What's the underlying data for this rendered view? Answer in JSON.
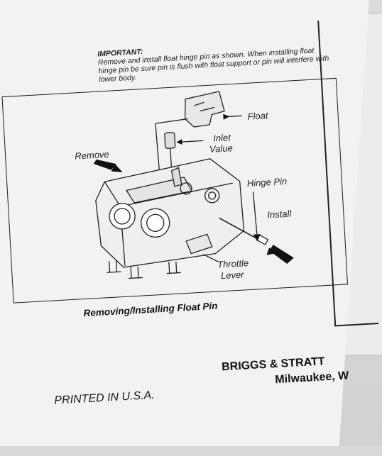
{
  "important": {
    "heading": "IMPORTANT:",
    "lines": [
      "Remove and install float hinge pin as shown. When installing float",
      "hinge pin be sure pin is flush with float support or pin will interfere with",
      "lower body."
    ]
  },
  "diagram": {
    "labels": {
      "float": "Float",
      "inlet_line1": "Inlet",
      "inlet_line2": "Value",
      "remove": "Remove",
      "hinge_pin": "Hinge Pin",
      "install": "Install",
      "throttle_line1": "Throttle",
      "throttle_line2": "Lever"
    },
    "caption": "Removing/Installing Float Pin"
  },
  "footer": {
    "company": "BRIGGS & STRATT",
    "city": "Milwaukee, W",
    "printed": "PRINTED IN U.S.A."
  }
}
